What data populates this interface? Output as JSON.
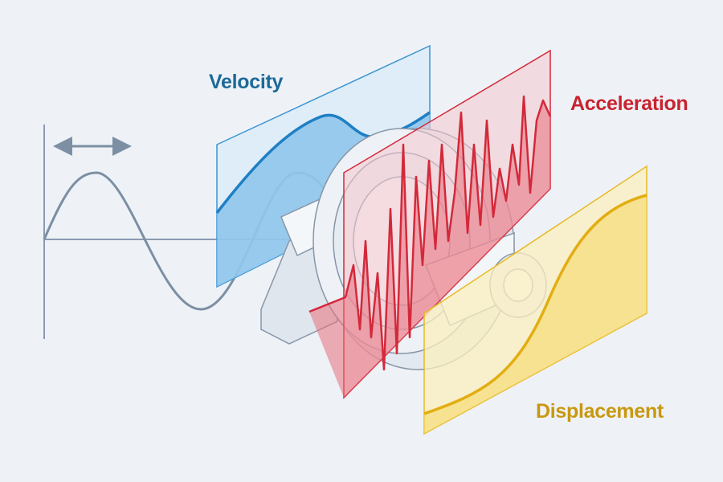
{
  "labels": {
    "velocity": "Velocity",
    "acceleration": "Acceleration",
    "displacement": "Displacement"
  },
  "colors": {
    "background": "#eef2f7",
    "velocity": "#1f7fc4",
    "acceleration": "#d3293a",
    "displacement": "#e8b923",
    "wave": "#7c8fa3"
  }
}
